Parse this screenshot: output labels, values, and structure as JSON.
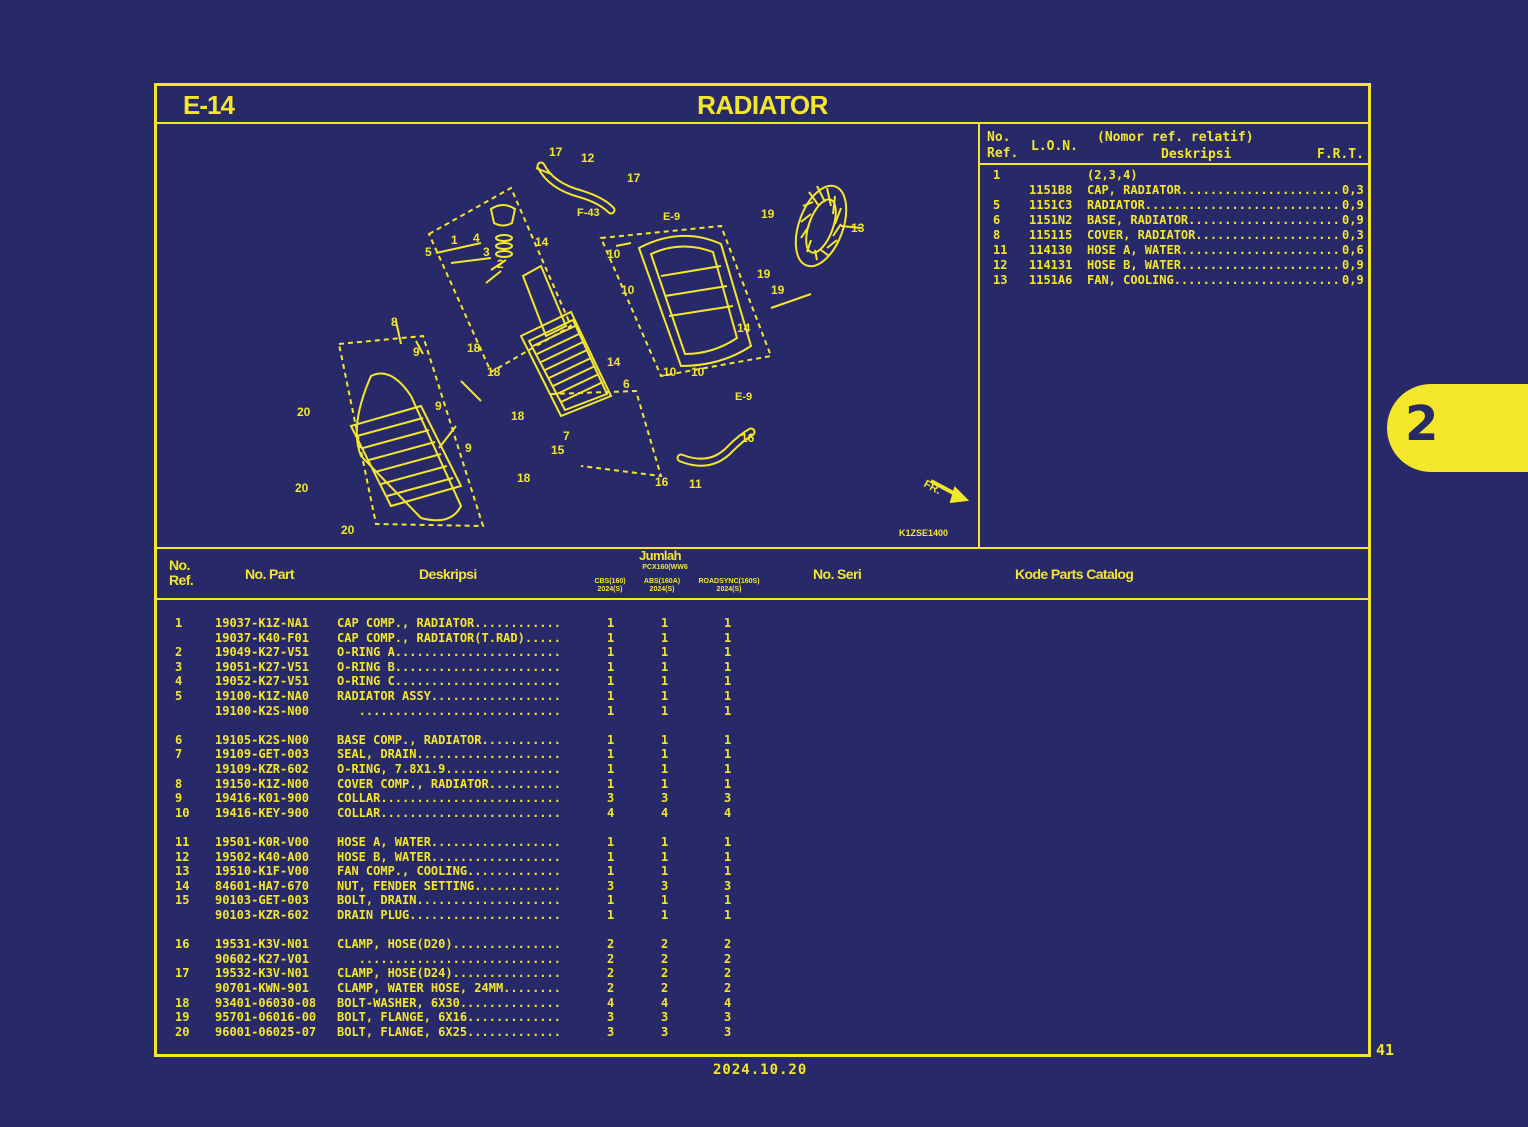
{
  "header": {
    "code": "E-14",
    "title": "RADIATOR"
  },
  "lon_table": {
    "head_no": "No.",
    "head_ref": "Ref.",
    "head_lon": "L.O.N.",
    "head_nomor": "(Nomor ref. relatif)",
    "head_desc": "Deskripsi",
    "head_frt": "F.R.T.",
    "rows": [
      {
        "ref": "1",
        "lon": "",
        "desc": "(2,3,4)",
        "frt": ""
      },
      {
        "ref": "",
        "lon": "1151B8",
        "desc": "CAP, RADIATOR......................",
        "frt": "0,3"
      },
      {
        "ref": "5",
        "lon": "1151C3",
        "desc": "RADIATOR...........................",
        "frt": "0,9"
      },
      {
        "ref": "6",
        "lon": "1151N2",
        "desc": "BASE, RADIATOR.....................",
        "frt": "0,9"
      },
      {
        "ref": "8",
        "lon": "115115",
        "desc": "COVER, RADIATOR....................",
        "frt": "0,3"
      },
      {
        "ref": "11",
        "lon": "114130",
        "desc": "HOSE A, WATER......................",
        "frt": "0,6"
      },
      {
        "ref": "12",
        "lon": "114131",
        "desc": "HOSE B, WATER......................",
        "frt": "0,9"
      },
      {
        "ref": "13",
        "lon": "1151A6",
        "desc": "FAN, COOLING.......................",
        "frt": "0,9"
      }
    ]
  },
  "diagram": {
    "labels": [
      "17",
      "12",
      "17",
      "F-43",
      "E-9",
      "19",
      "13",
      "1",
      "4",
      "3",
      "2",
      "5",
      "14",
      "10",
      "10",
      "19",
      "19",
      "8",
      "18",
      "18",
      "9",
      "9",
      "9",
      "14",
      "14",
      "6",
      "10",
      "10",
      "20",
      "20",
      "20",
      "18",
      "7",
      "15",
      "18",
      "E-9",
      "16",
      "16",
      "11",
      "FR.",
      "K1ZSE1400"
    ]
  },
  "parts_table": {
    "head_no": "No.",
    "head_ref": "Ref.",
    "head_part": "No. Part",
    "head_desc": "Deskripsi",
    "head_jumlah": "Jumlah",
    "head_model_top": "PCX160(WW6",
    "col1": "CBS(160)",
    "col1b": "2024(S)",
    "col2": "ABS(160A)",
    "col2b": "2024(S)",
    "col3": "ROADSYNC(160S)",
    "col3b": "2024(S)",
    "head_seri": "No. Seri",
    "head_catalog": "Kode Parts Catalog",
    "groups": [
      [
        {
          "ref": "1",
          "part": "19037-K1Z-NA1",
          "desc": "CAP COMP., RADIATOR............",
          "q": [
            "1",
            "1",
            "1"
          ]
        },
        {
          "ref": "",
          "part": "19037-K40-F01",
          "desc": "CAP COMP., RADIATOR(T.RAD).....",
          "q": [
            "1",
            "1",
            "1"
          ]
        },
        {
          "ref": "2",
          "part": "19049-K27-V51",
          "desc": "O-RING A.......................",
          "q": [
            "1",
            "1",
            "1"
          ]
        },
        {
          "ref": "3",
          "part": "19051-K27-V51",
          "desc": "O-RING B.......................",
          "q": [
            "1",
            "1",
            "1"
          ]
        },
        {
          "ref": "4",
          "part": "19052-K27-V51",
          "desc": "O-RING C.......................",
          "q": [
            "1",
            "1",
            "1"
          ]
        },
        {
          "ref": "5",
          "part": "19100-K1Z-NA0",
          "desc": "RADIATOR ASSY..................",
          "q": [
            "1",
            "1",
            "1"
          ]
        },
        {
          "ref": "",
          "part": "19100-K2S-N00",
          "desc": "   ............................",
          "q": [
            "1",
            "1",
            "1"
          ]
        }
      ],
      [
        {
          "ref": "6",
          "part": "19105-K2S-N00",
          "desc": "BASE COMP., RADIATOR...........",
          "q": [
            "1",
            "1",
            "1"
          ]
        },
        {
          "ref": "7",
          "part": "19109-GET-003",
          "desc": "SEAL, DRAIN....................",
          "q": [
            "1",
            "1",
            "1"
          ]
        },
        {
          "ref": "",
          "part": "19109-KZR-602",
          "desc": "O-RING, 7.8X1.9................",
          "q": [
            "1",
            "1",
            "1"
          ]
        },
        {
          "ref": "8",
          "part": "19150-K1Z-N00",
          "desc": "COVER COMP., RADIATOR..........",
          "q": [
            "1",
            "1",
            "1"
          ]
        },
        {
          "ref": "9",
          "part": "19416-K01-900",
          "desc": "COLLAR.........................",
          "q": [
            "3",
            "3",
            "3"
          ]
        },
        {
          "ref": "10",
          "part": "19416-KEY-900",
          "desc": "COLLAR.........................",
          "q": [
            "4",
            "4",
            "4"
          ]
        }
      ],
      [
        {
          "ref": "11",
          "part": "19501-K0R-V00",
          "desc": "HOSE A, WATER..................",
          "q": [
            "1",
            "1",
            "1"
          ]
        },
        {
          "ref": "12",
          "part": "19502-K40-A00",
          "desc": "HOSE B, WATER..................",
          "q": [
            "1",
            "1",
            "1"
          ]
        },
        {
          "ref": "13",
          "part": "19510-K1F-V00",
          "desc": "FAN COMP., COOLING.............",
          "q": [
            "1",
            "1",
            "1"
          ]
        },
        {
          "ref": "14",
          "part": "84601-HA7-670",
          "desc": "NUT, FENDER SETTING............",
          "q": [
            "3",
            "3",
            "3"
          ]
        },
        {
          "ref": "15",
          "part": "90103-GET-003",
          "desc": "BOLT, DRAIN....................",
          "q": [
            "1",
            "1",
            "1"
          ]
        },
        {
          "ref": "",
          "part": "90103-KZR-602",
          "desc": "DRAIN PLUG.....................",
          "q": [
            "1",
            "1",
            "1"
          ]
        }
      ],
      [
        {
          "ref": "16",
          "part": "19531-K3V-N01",
          "desc": "CLAMP, HOSE(D20)...............",
          "q": [
            "2",
            "2",
            "2"
          ]
        },
        {
          "ref": "",
          "part": "90602-K27-V01",
          "desc": "   ............................",
          "q": [
            "2",
            "2",
            "2"
          ]
        },
        {
          "ref": "17",
          "part": "19532-K3V-N01",
          "desc": "CLAMP, HOSE(D24)...............",
          "q": [
            "2",
            "2",
            "2"
          ]
        },
        {
          "ref": "",
          "part": "90701-KWN-901",
          "desc": "CLAMP, WATER HOSE, 24MM........",
          "q": [
            "2",
            "2",
            "2"
          ]
        },
        {
          "ref": "18",
          "part": "93401-06030-08",
          "desc": "BOLT-WASHER, 6X30..............",
          "q": [
            "4",
            "4",
            "4"
          ]
        },
        {
          "ref": "19",
          "part": "95701-06016-00",
          "desc": "BOLT, FLANGE, 6X16.............",
          "q": [
            "3",
            "3",
            "3"
          ]
        },
        {
          "ref": "20",
          "part": "96001-06025-07",
          "desc": "BOLT, FLANGE, 6X25.............",
          "q": [
            "3",
            "3",
            "3"
          ]
        }
      ]
    ]
  },
  "side_tab": "2",
  "page_number": "41",
  "date": "2024.10.20"
}
